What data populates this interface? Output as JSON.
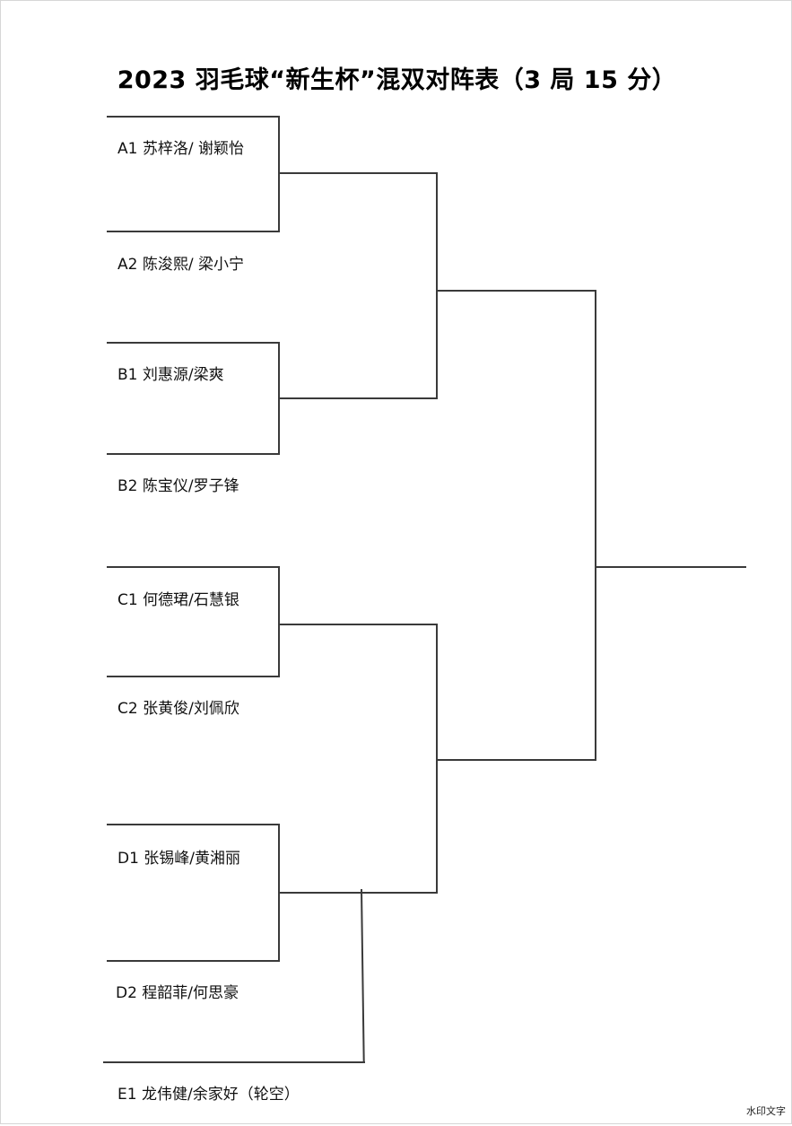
{
  "title": "2023 羽毛球“新生杯”混双对阵表（3 局 15 分）",
  "teams": {
    "a1": "A1 苏梓洛/ 谢颖怡",
    "a2": "A2 陈浚熙/ 梁小宁",
    "b1": "B1 刘惠源/梁爽",
    "b2": "B2 陈宝仪/罗子锋",
    "c1": "C1 何德珺/石慧银",
    "c2": "C2 张黄俊/刘佩欣",
    "d1": "D1 张锡峰/黄湘丽",
    "d2": "D2 程韶菲/何思豪",
    "e1": "E1 龙伟健/余家好（轮空）"
  },
  "watermark": "水印文字"
}
